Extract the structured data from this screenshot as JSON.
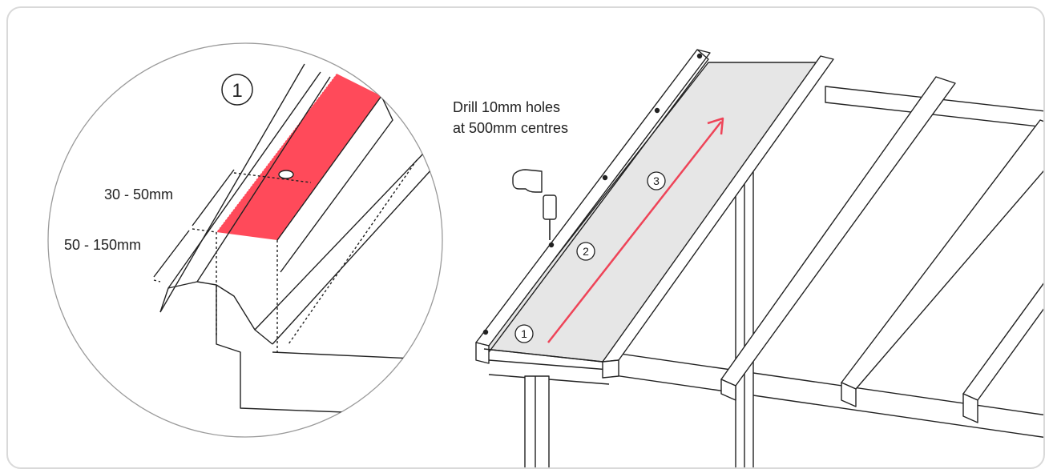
{
  "callout": {
    "step_badge": "1",
    "dim_upper": "30 - 50mm",
    "dim_lower": "50 - 150mm"
  },
  "main": {
    "instruction_line1": "Drill 10mm holes",
    "instruction_line2": "at 500mm centres",
    "steps": [
      "1",
      "2",
      "3"
    ]
  },
  "colors": {
    "highlight": "#ff4a5a",
    "arrow": "#ee4458",
    "sheet": "#e6e6e6",
    "line": "#222222",
    "border": "#d9d9d9"
  },
  "icons": [
    "drill-icon",
    "direction-arrow-icon"
  ]
}
